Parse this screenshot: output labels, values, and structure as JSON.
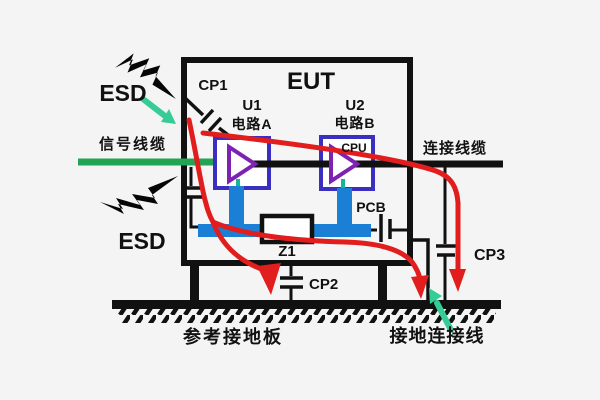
{
  "diagram": {
    "type": "esd-test-setup-schematic",
    "labels": {
      "eut": "EUT",
      "esd_top": "ESD",
      "esd_bottom": "ESD",
      "cp1": "CP1",
      "cp2": "CP2",
      "cp3": "CP3",
      "u1": "U1",
      "u1_circuit": "电路A",
      "u2": "U2",
      "u2_circuit": "电路B",
      "cpu": "CPU",
      "pcb": "PCB",
      "z1": "Z1",
      "signal_cable": "信号线缆",
      "connect_cable": "连接线缆",
      "reference_ground_plate": "参考接地板",
      "ground_connection_wire": "接地连接线"
    },
    "colors": {
      "esd_path_red": "#e11d1d",
      "signal_label_red": "#d42020",
      "cable_green": "#23a455",
      "arrow_green": "#35cc96",
      "bus_blue": "#1b7fd6",
      "box_indigo": "#3a2fc1",
      "triangle_purple": "#7d22b3",
      "stub_teal": "#10b79b",
      "ink": "#111111",
      "background": "#f4f4f5"
    }
  }
}
